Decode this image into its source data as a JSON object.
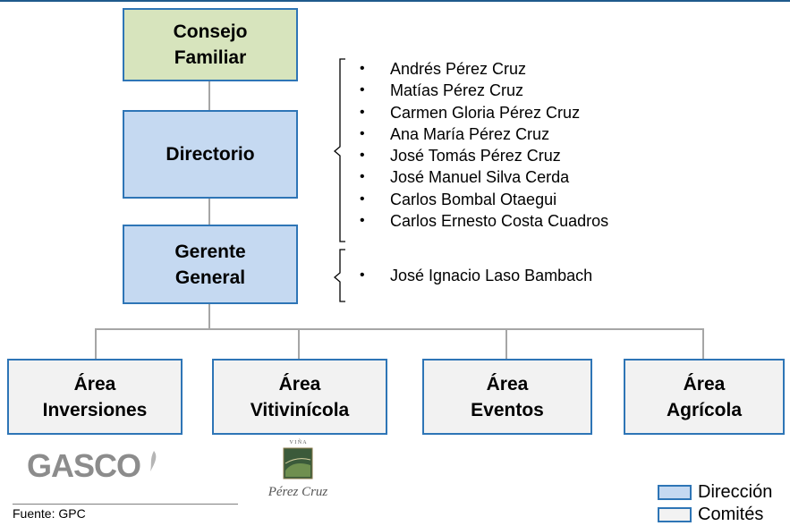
{
  "boxes": {
    "consejo": "Consejo\nFamiliar",
    "directorio": "Directorio",
    "gerente": "Gerente\nGeneral",
    "areas": [
      "Área\nInversiones",
      "Área\nVitivinícola",
      "Área\nEventos",
      "Área\nAgrícola"
    ]
  },
  "directorio_members": [
    "Andrés Pérez Cruz",
    "Matías Pérez Cruz",
    "Carmen Gloria Pérez Cruz",
    "Ana María Pérez Cruz",
    "José Tomás Pérez Cruz",
    "José Manuel Silva Cerda",
    "Carlos Bombal Otaegui",
    "Carlos Ernesto Costa Cuadros"
  ],
  "gerente_members": [
    "José Ignacio Laso Bambach"
  ],
  "logos": {
    "gasco": "GASCO",
    "vina_top": "V I Ñ A",
    "vina_script": "Pérez Cruz"
  },
  "source": "Fuente: GPC",
  "legend": [
    {
      "label": "Dirección",
      "color": "#c5d9f1"
    },
    {
      "label": "Comités",
      "color": "#f2f2f2"
    }
  ],
  "colors": {
    "border": "#2e75b6",
    "green": "#d7e4bd",
    "blue": "#c5d9f1",
    "grey": "#f2f2f2",
    "connector": "#a6a6a6"
  }
}
